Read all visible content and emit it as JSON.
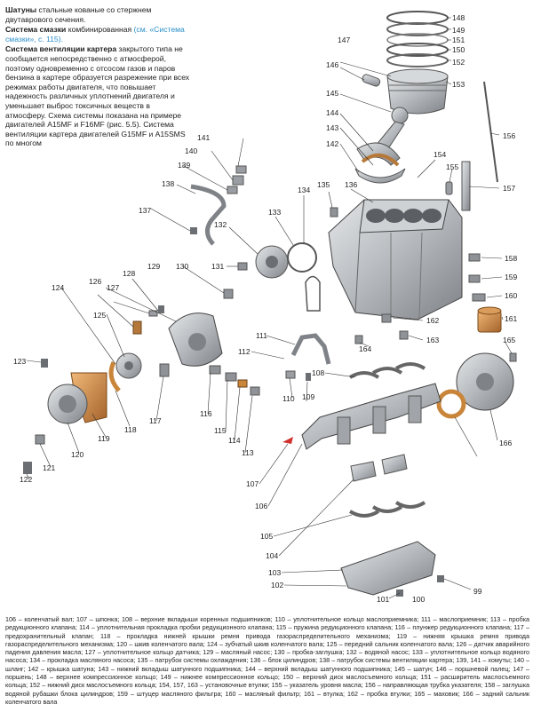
{
  "intro": {
    "p1_term": "Шатуны",
    "p1_text": " стальные кованые со стержнем двутаврового сечения.",
    "p2_term": "Система смазки",
    "p2_text": " комбинированная ",
    "p2_link": "(см. «Система смазки», с. 115).",
    "p3_term": "Система вентиляции картера",
    "p3_text": " закрытого типа не сообщается непосредственно с атмосферой, поэтому одновременно с отсосом газов и паров бензина в картере образуется разрежение при всех режимах работы двигателя, что повышает надежность различных уплотнений двигателя и уменьшает выброс токсичных веществ в атмосферу. Схема системы показана на примере двигателей A15MF и F16MF (рис. 5.5). Система вентиляции картера двигателей G15MF и A15SMS по многом"
  },
  "callouts": [
    "99",
    "100",
    "101",
    "102",
    "103",
    "104",
    "105",
    "106",
    "107",
    "108",
    "109",
    "110",
    "111",
    "112",
    "113",
    "114",
    "115",
    "116",
    "117",
    "118",
    "119",
    "120",
    "121",
    "122",
    "123",
    "124",
    "125",
    "126",
    "127",
    "128",
    "129",
    "130",
    "131",
    "132",
    "133",
    "134",
    "135",
    "136",
    "137",
    "138",
    "139",
    "140",
    "141",
    "142",
    "143",
    "144",
    "145",
    "146",
    "147",
    "148",
    "149",
    "150",
    "151",
    "152",
    "153",
    "154",
    "155",
    "156",
    "157",
    "158",
    "159",
    "160",
    "161",
    "162",
    "163",
    "164",
    "165",
    "166"
  ],
  "caption": "106 – коленчатый вал; 107 – шпонка; 108 – верхние вкладыши коренных подшипников; 110 – уплотнительное кольцо маслоприемника; 111 – маслоприемник; 113 – пробка редукционного клапана; 114 – уплотнительная прокладка пробки редукционного клапана; 115 – пружина редукционного клапана; 116 – плунжер редукционного клапана; 117 – предохранительный клапан; 118 – прокладка нижней крышки ремня привода газораспределительного механизма; 119 – нижняя крышка ремня привода газораспределительного механизма; 120 – шкив коленчатого вала; 124 – зубчатый шкив коленчатого вала; 125 – передний сальник коленчатого вала; 126 – датчик аварийного падения давления масла; 127 – уплотнительное кольцо датчика; 129 – масляный насос; 130 – пробка-заглушка; 132 – водяной насос; 133 – уплотнительное кольцо водяного насоса; 134 – прокладка масляного насоса; 135 – патрубок системы охлаждения; 136 – блок цилиндров; 138 – патрубок системы вентиляции картера; 139, 141 – хомуты; 140 – шланг; 142 – крышка шатуна; 143 – нижний вкладыш шатунного подшипника; 144 – верхний вкладыш шатунного подшипника; 145 – шатун; 146 – поршневой палец; 147 – поршень; 148 – верхнее компрессионное кольцо; 149 – нижнее компрессионное кольцо; 150 – верхний диск маслосъемного кольца; 151 – расширитель маслосъемного кольца; 152 – нижний диск маслосъемного кольца; 154, 157, 163 – установочные втулки; 155 – указатель уровня масла; 156 – направляющая трубка указателя; 158 – заглушка водяной рубашки блока цилиндров; 159 – штуцер масляного фильтра; 160 – масляный фильтр; 161 – втулка; 162 – пробка втулки; 165 – маховик; 166 – задний сальник коленчатого вала",
  "colors": {
    "metal": "#b9bcc0",
    "metal_dark": "#7d8186",
    "bronze": "#c9863b",
    "leader": "#333333",
    "link": "#2a8ec9",
    "accent_red": "#d0312d"
  }
}
